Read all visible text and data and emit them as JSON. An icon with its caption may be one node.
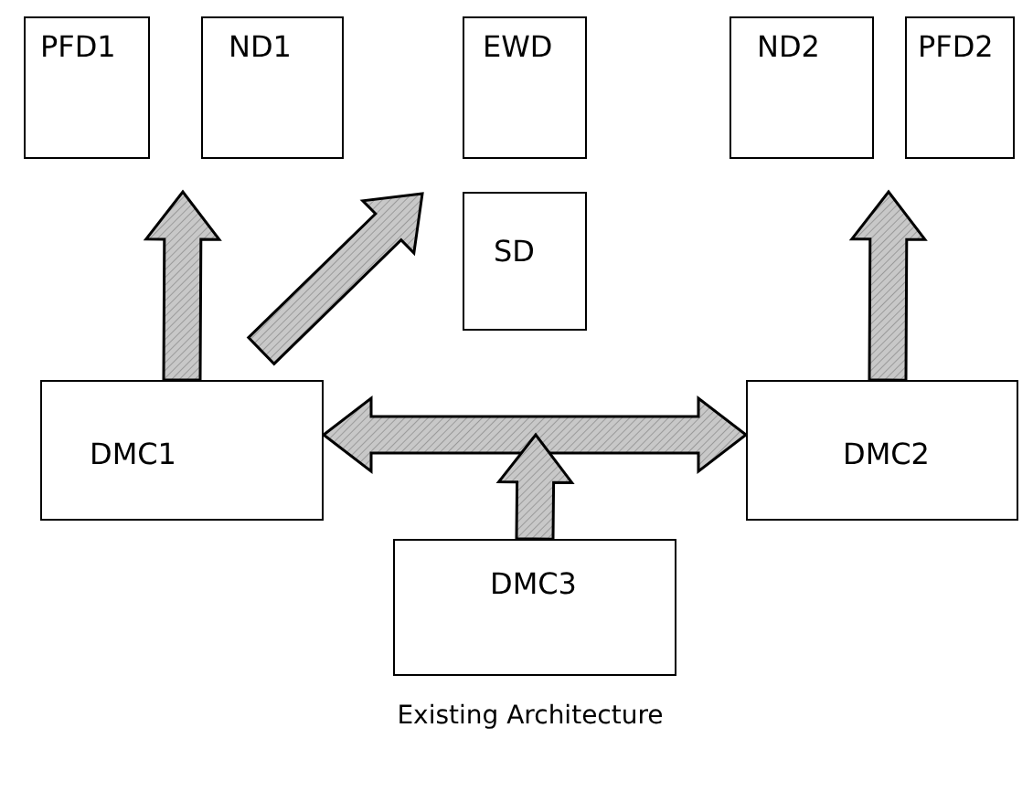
{
  "diagram": {
    "caption": "Existing Architecture",
    "nodes": [
      {
        "text": [
          "PFD1"
        ]
      },
      {
        "text": [
          "ND1"
        ]
      },
      {
        "text": [
          "EWD"
        ]
      },
      {
        "text": [
          "SD"
        ]
      },
      {
        "text": [
          "ND2"
        ]
      },
      {
        "text": [
          "PFD2"
        ]
      },
      {
        "text": [
          "DMC1"
        ]
      },
      {
        "text": [
          "DMC2"
        ]
      },
      {
        "text": [
          "DMC3"
        ]
      }
    ],
    "edges": [
      {
        "from": 6,
        "to": null,
        "arrow": "to"
      },
      {
        "from": 6,
        "to": null,
        "arrow": "to"
      },
      {
        "from": 7,
        "to": null,
        "arrow": "to"
      },
      {
        "from": 6,
        "to": 7,
        "arrow": "both"
      },
      {
        "from": 8,
        "to": null,
        "arrow": "to"
      }
    ]
  }
}
